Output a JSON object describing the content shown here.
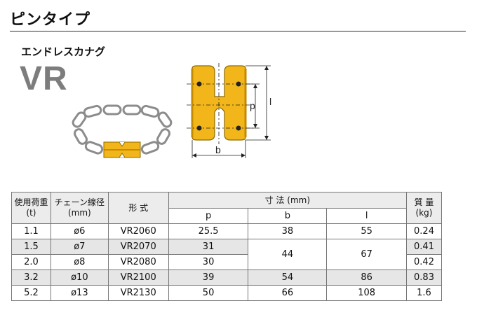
{
  "header": {
    "title": "ピンタイプ"
  },
  "product": {
    "subtitle": "エンドレスカナグ",
    "model": "VR"
  },
  "figure": {
    "dim_p": "p",
    "dim_b": "b",
    "dim_l": "l"
  },
  "table": {
    "col_load": [
      "使用荷重",
      "(t)"
    ],
    "col_chain": [
      "チェーン線径",
      "(mm)"
    ],
    "col_model": "形 式",
    "col_dims": "寸 法 (mm)",
    "col_weight": [
      "質 量",
      "(kg)"
    ],
    "sub_p": "p",
    "sub_b": "b",
    "sub_l": "l",
    "rows": [
      {
        "load": "1.1",
        "chain": "ø6",
        "model": "VR2060",
        "p": "25.5",
        "b": "38",
        "l": "55",
        "kg": "0.24"
      },
      {
        "load": "1.5",
        "chain": "ø7",
        "model": "VR2070",
        "p": "31",
        "b": "44",
        "l": "67",
        "kg": "0.41"
      },
      {
        "load": "2.0",
        "chain": "ø8",
        "model": "VR2080",
        "p": "30",
        "kg": "0.42"
      },
      {
        "load": "3.2",
        "chain": "ø10",
        "model": "VR2100",
        "p": "39",
        "b": "54",
        "l": "86",
        "kg": "0.83"
      },
      {
        "load": "5.2",
        "chain": "ø13",
        "model": "VR2130",
        "p": "50",
        "b": "66",
        "l": "108",
        "kg": "1.6"
      }
    ]
  },
  "colors": {
    "link_yellow": "#f3b61a",
    "link_outline": "#8a6a00",
    "chain_steel": "#9a9a9a",
    "model_gray": "#7d7d7d"
  }
}
